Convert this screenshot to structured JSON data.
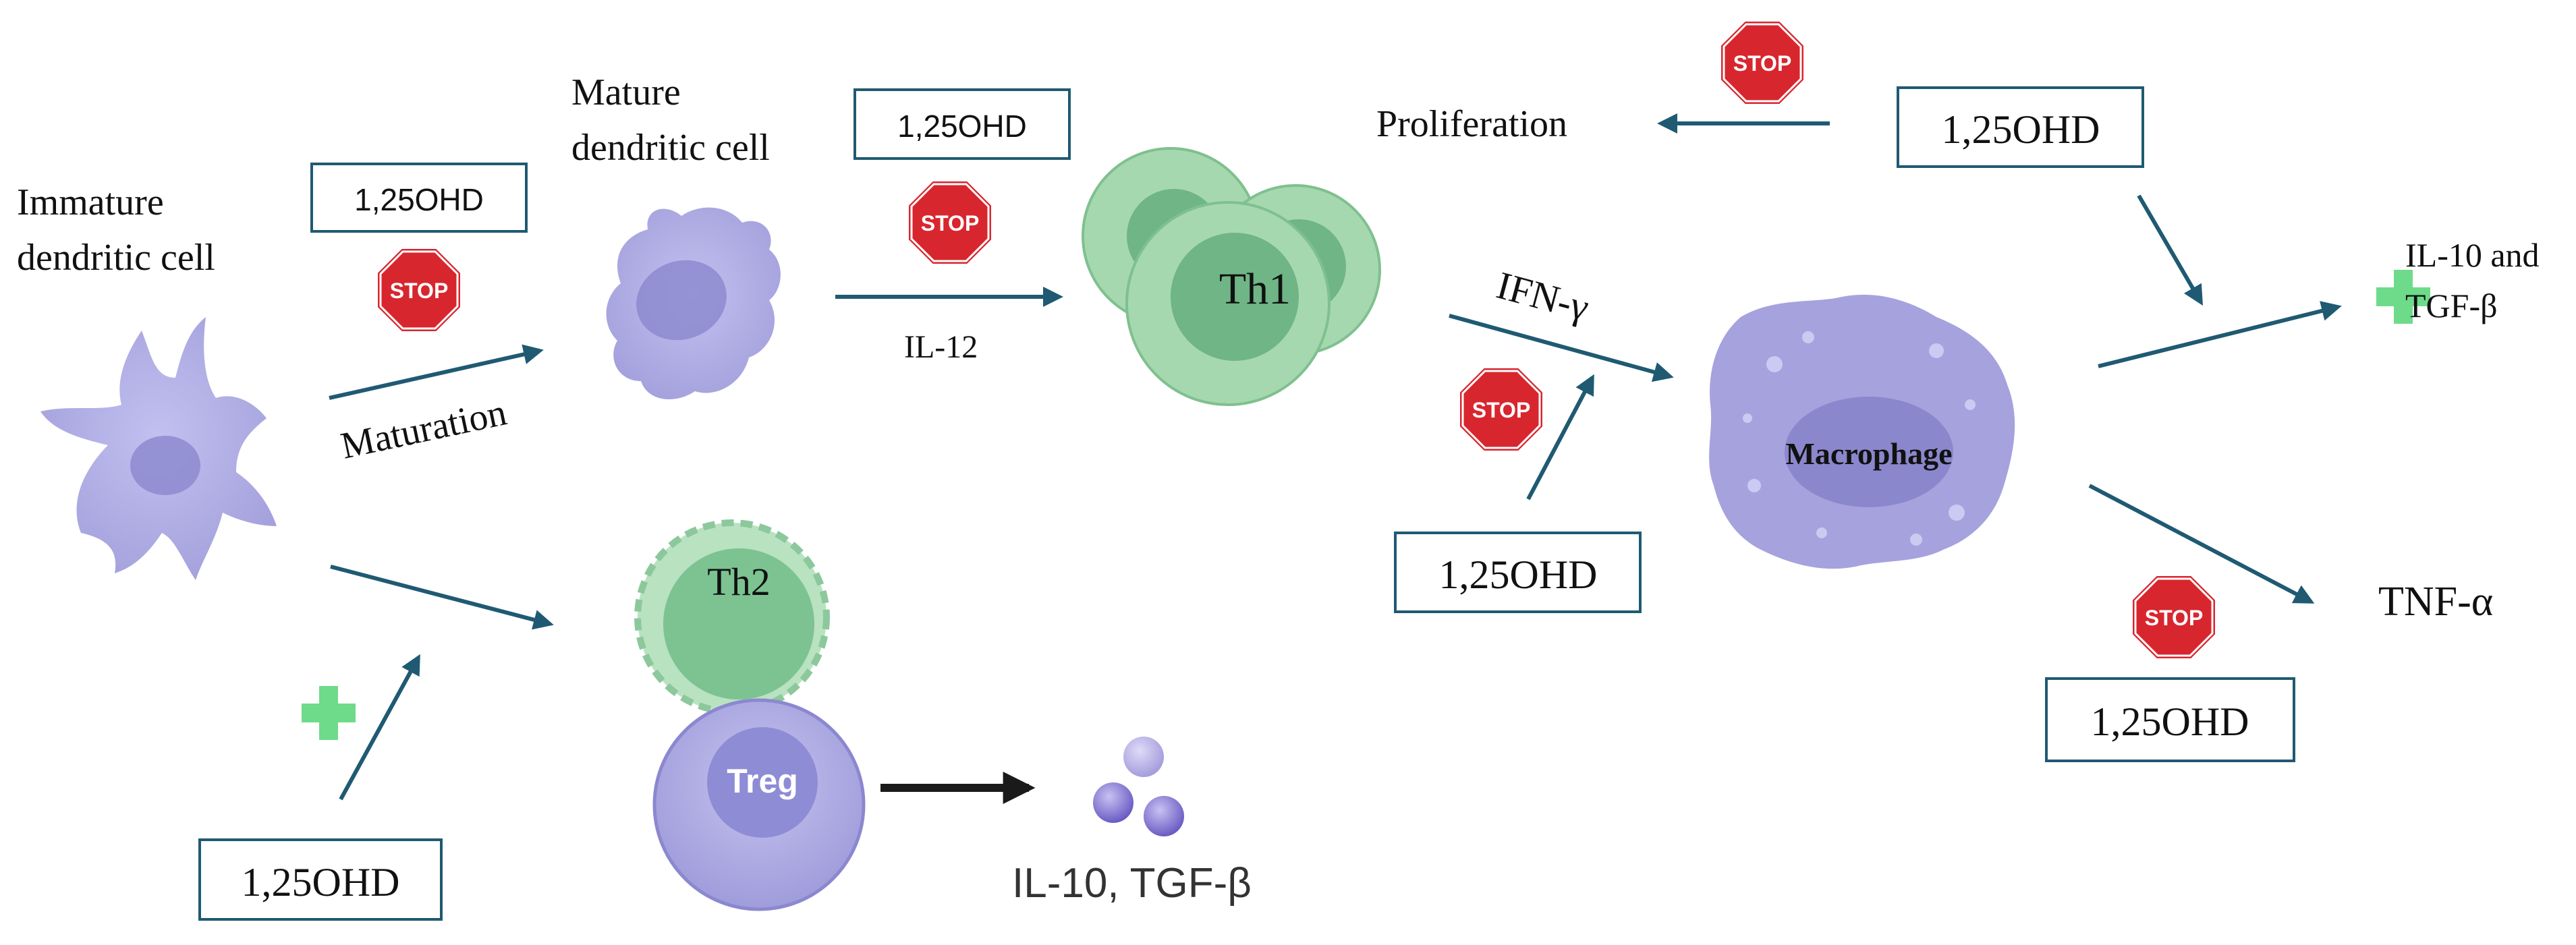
{
  "labels": {
    "immature_dc": [
      "Immature",
      "dendritic cell"
    ],
    "mature_dc": [
      "Mature",
      "dendritic cell"
    ],
    "maturation": "Maturation",
    "il12": "IL-12",
    "th1": "Th1",
    "th2": "Th2",
    "treg": "Treg",
    "treg_output": "IL-10, TGF-β",
    "ifn_gamma": "IFN-γ",
    "macrophage": "Macrophage",
    "proliferation": "Proliferation",
    "il10_tgf": [
      "IL-10 and",
      "TGF-β"
    ],
    "tnf_alpha": "TNF-α"
  },
  "inhibitor_label": "1,25OHD",
  "stop_sign_text": "STOP",
  "colors": {
    "arrow": "#1f5a72",
    "stop_sign": "#d8262f",
    "plus_sign": "#6edb8a",
    "dendritic_cell": "#b3b1e6",
    "th_cell": "#8fcf9f",
    "treg": "#a9a6e3",
    "macrophage": "#a6a2de"
  },
  "icons": {
    "stop": "stop-sign-icon",
    "plus": "plus-icon"
  }
}
